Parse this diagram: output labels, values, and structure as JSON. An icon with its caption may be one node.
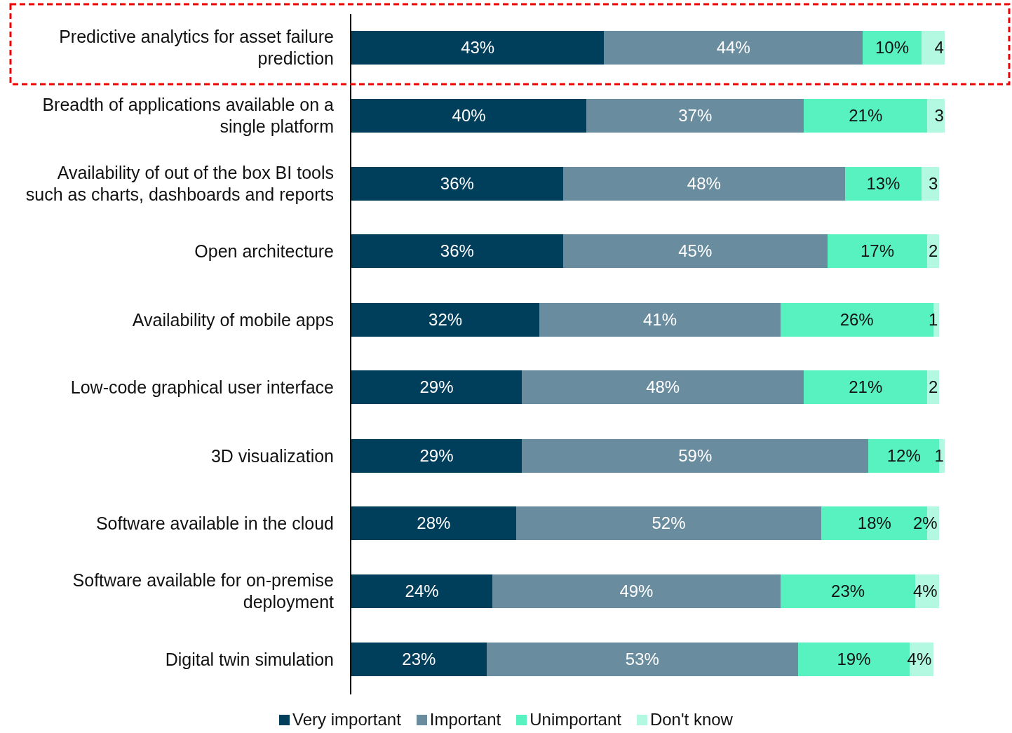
{
  "diagram": {
    "chart_data": {
      "type": "bar",
      "orientation": "horizontal",
      "stacked": true,
      "legend": "bottom",
      "categories": [
        "Predictive analytics for asset failure prediction",
        "Breadth of applications available on a single platform",
        "Availability of out of the box BI tools such as charts, dashboards and reports",
        "Open architecture",
        "Availability of mobile apps",
        "Low-code graphical user interface",
        "3D visualization",
        "Software available in the cloud",
        "Software available for on-premise deployment",
        "Digital twin simulation"
      ],
      "series": [
        {
          "name": "Very important",
          "color": "#003f5c",
          "values": [
            43,
            40,
            36,
            36,
            32,
            29,
            29,
            28,
            24,
            23
          ],
          "value_labels": [
            "43%",
            "40%",
            "36%",
            "36%",
            "32%",
            "29%",
            "29%",
            "28%",
            "24%",
            "23%"
          ]
        },
        {
          "name": "Important",
          "color": "#6a8c9f",
          "values": [
            44,
            37,
            48,
            45,
            41,
            48,
            59,
            52,
            49,
            53
          ],
          "value_labels": [
            "44%",
            "37%",
            "48%",
            "45%",
            "41%",
            "48%",
            "59%",
            "52%",
            "49%",
            "53%"
          ]
        },
        {
          "name": "Unimportant",
          "color": "#58f2c0",
          "values": [
            10,
            21,
            13,
            17,
            26,
            21,
            12,
            18,
            23,
            19
          ],
          "value_labels": [
            "10%",
            "21%",
            "13%",
            "17%",
            "26%",
            "21%",
            "12%",
            "18%",
            "23%",
            "19%"
          ]
        },
        {
          "name": "Don't know",
          "color": "#b3f9e2",
          "values": [
            4,
            3,
            3,
            2,
            1,
            2,
            1,
            2,
            4,
            4
          ],
          "value_labels": [
            "4",
            "3",
            "3",
            "2",
            "1",
            "2",
            "1",
            "2%",
            "4%",
            "4%"
          ]
        }
      ]
    }
  }
}
